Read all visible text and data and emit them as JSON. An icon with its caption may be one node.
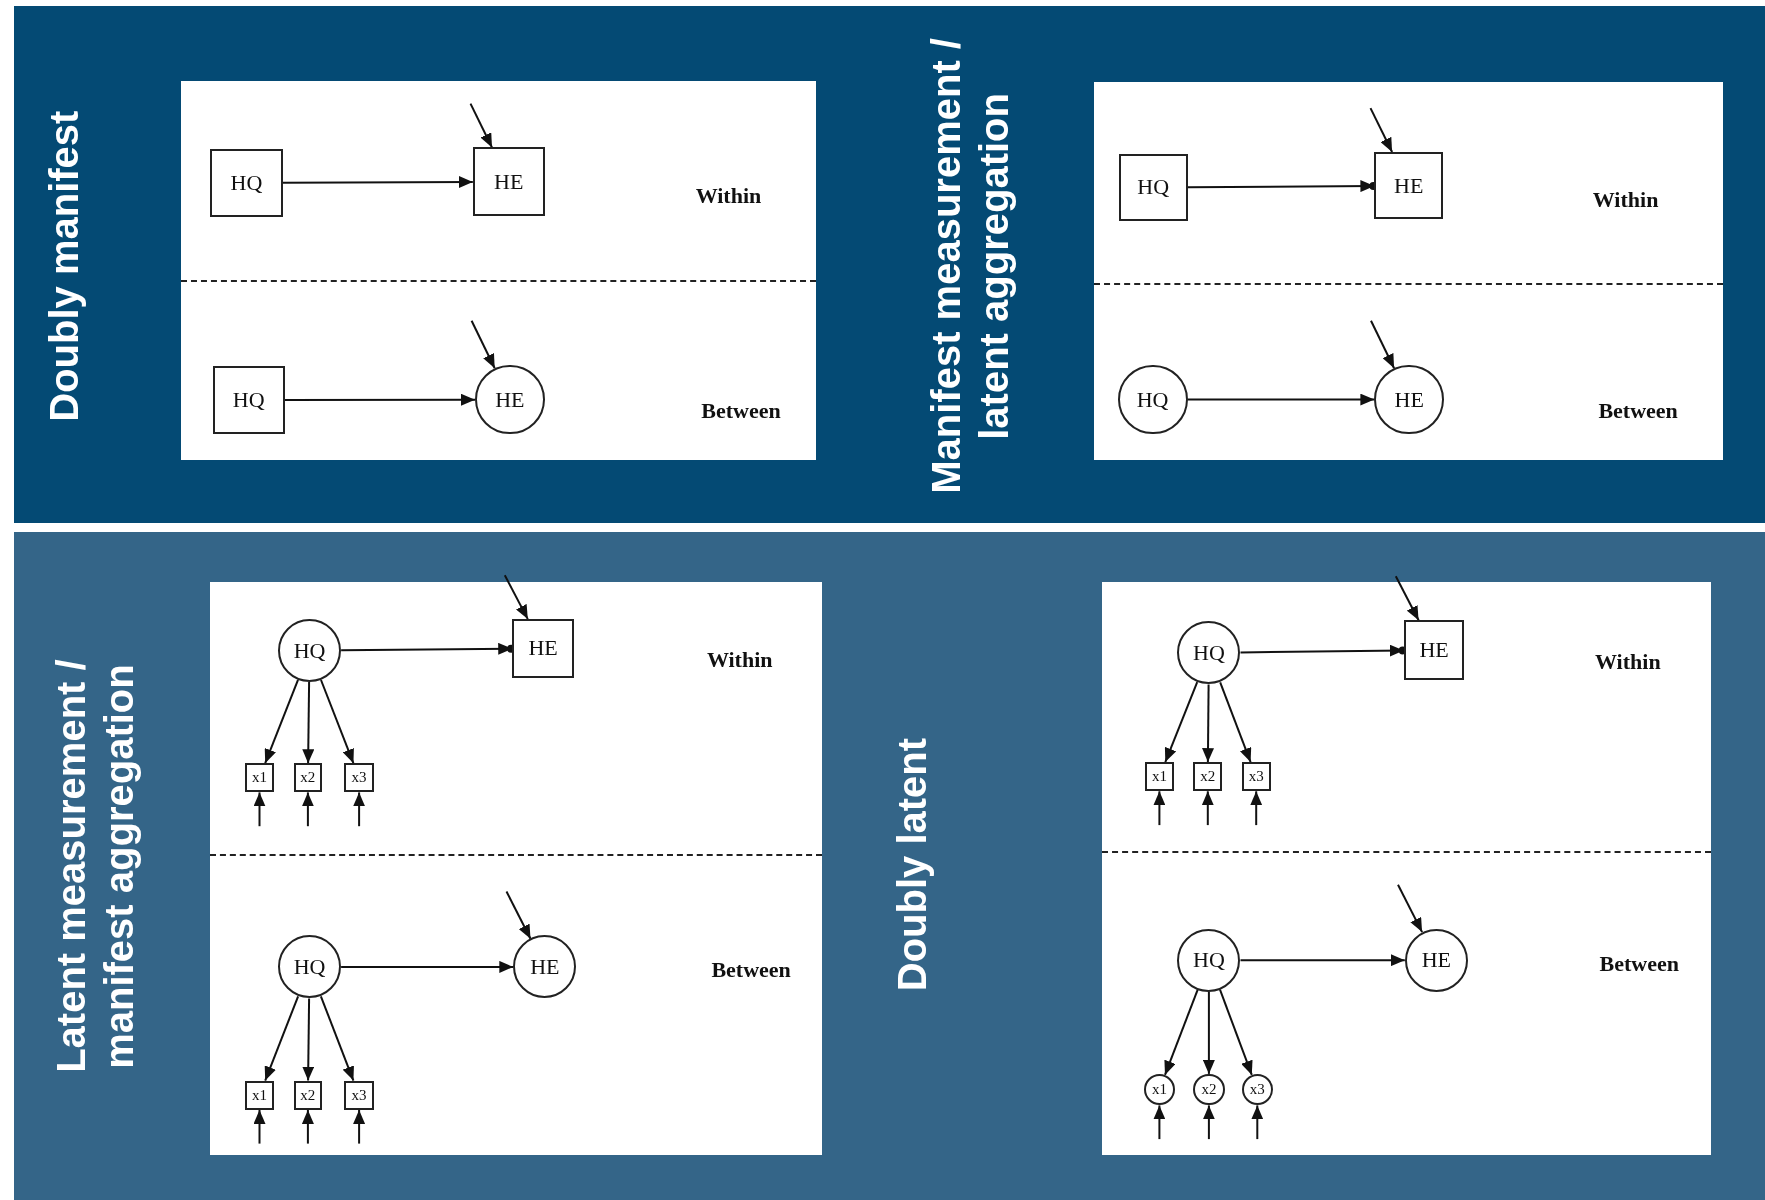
{
  "diagram": {
    "nodes": [
      {
        "text": [
          "Doubly manifest"
        ]
      },
      {
        "text": [
          "HQ"
        ],
        "in": 0
      },
      {
        "text": [
          "HE"
        ],
        "in": 0
      },
      {
        "text": [
          "HQ"
        ],
        "in": 0
      },
      {
        "text": [
          "HE"
        ],
        "in": 0
      },
      {
        "text": [
          "Manifest measurement / latent aggregation"
        ]
      },
      {
        "text": [
          "HQ"
        ],
        "in": 5
      },
      {
        "text": [
          "HE"
        ],
        "in": 5
      },
      {
        "text": [
          "HQ"
        ],
        "in": 5
      },
      {
        "text": [
          "HE"
        ],
        "in": 5
      },
      {
        "text": [
          "Latent measurement / manifest aggregation"
        ]
      },
      {
        "text": [
          "HQ"
        ],
        "in": 10
      },
      {
        "text": [
          "HE"
        ],
        "in": 10
      },
      {
        "text": [
          "x1"
        ],
        "in": 10
      },
      {
        "text": [
          "x2"
        ],
        "in": 10
      },
      {
        "text": [
          "x3"
        ],
        "in": 10
      },
      {
        "text": [
          "HQ"
        ],
        "in": 10
      },
      {
        "text": [
          "HE"
        ],
        "in": 10
      },
      {
        "text": [
          "x1"
        ],
        "in": 10
      },
      {
        "text": [
          "x2"
        ],
        "in": 10
      },
      {
        "text": [
          "x3"
        ],
        "in": 10
      },
      {
        "text": [
          "Doubly latent"
        ]
      },
      {
        "text": [
          "HQ"
        ],
        "in": 21
      },
      {
        "text": [
          "HE"
        ],
        "in": 21
      },
      {
        "text": [
          "x1"
        ],
        "in": 21
      },
      {
        "text": [
          "x2"
        ],
        "in": 21
      },
      {
        "text": [
          "x3"
        ],
        "in": 21
      },
      {
        "text": [
          "HQ"
        ],
        "in": 21
      },
      {
        "text": [
          "HE"
        ],
        "in": 21
      },
      {
        "text": [
          "x1"
        ],
        "in": 21
      },
      {
        "text": [
          "x2"
        ],
        "in": 21
      },
      {
        "text": [
          "x3"
        ],
        "in": 21
      }
    ],
    "edges": [
      {
        "from": 1,
        "to": 2,
        "arrow": "to"
      },
      {
        "from": null,
        "to": 2,
        "arrow": "to"
      },
      {
        "from": 3,
        "to": 4,
        "arrow": "to"
      },
      {
        "from": null,
        "to": 4,
        "arrow": "to"
      },
      {
        "from": 6,
        "to": 7,
        "arrow": "to"
      },
      {
        "from": null,
        "to": 7,
        "arrow": "to"
      },
      {
        "from": 8,
        "to": 9,
        "arrow": "to"
      },
      {
        "from": null,
        "to": 9,
        "arrow": "to"
      },
      {
        "from": 11,
        "to": 12,
        "arrow": "to"
      },
      {
        "from": null,
        "to": 12,
        "arrow": "to"
      },
      {
        "from": 11,
        "to": 13,
        "arrow": "to"
      },
      {
        "from": 11,
        "to": 14,
        "arrow": "to"
      },
      {
        "from": 11,
        "to": 15,
        "arrow": "to"
      },
      {
        "from": null,
        "to": 13,
        "arrow": "to"
      },
      {
        "from": null,
        "to": 14,
        "arrow": "to"
      },
      {
        "from": null,
        "to": 15,
        "arrow": "to"
      },
      {
        "from": 16,
        "to": 17,
        "arrow": "to"
      },
      {
        "from": null,
        "to": 17,
        "arrow": "to"
      },
      {
        "from": 16,
        "to": 18,
        "arrow": "to"
      },
      {
        "from": 16,
        "to": 19,
        "arrow": "to"
      },
      {
        "from": 16,
        "to": 20,
        "arrow": "to"
      },
      {
        "from": null,
        "to": 18,
        "arrow": "to"
      },
      {
        "from": null,
        "to": 19,
        "arrow": "to"
      },
      {
        "from": null,
        "to": 20,
        "arrow": "to"
      },
      {
        "from": 22,
        "to": 23,
        "arrow": "to"
      },
      {
        "from": null,
        "to": 23,
        "arrow": "to"
      },
      {
        "from": 22,
        "to": 24,
        "arrow": "to"
      },
      {
        "from": 22,
        "to": 25,
        "arrow": "to"
      },
      {
        "from": 22,
        "to": 26,
        "arrow": "to"
      },
      {
        "from": null,
        "to": 24,
        "arrow": "to"
      },
      {
        "from": null,
        "to": 25,
        "arrow": "to"
      },
      {
        "from": null,
        "to": 26,
        "arrow": "to"
      },
      {
        "from": 27,
        "to": 28,
        "arrow": "to"
      },
      {
        "from": null,
        "to": 28,
        "arrow": "to"
      },
      {
        "from": 27,
        "to": 29,
        "arrow": "to"
      },
      {
        "from": 27,
        "to": 30,
        "arrow": "to"
      },
      {
        "from": 27,
        "to": 31,
        "arrow": "to"
      },
      {
        "from": null,
        "to": 29,
        "arrow": "to"
      },
      {
        "from": null,
        "to": 30,
        "arrow": "to"
      },
      {
        "from": null,
        "to": 31,
        "arrow": "to"
      }
    ],
    "labels": [
      "Within",
      "Within",
      "Between",
      "Between",
      "Within",
      "Within",
      "Between",
      "Between"
    ]
  }
}
